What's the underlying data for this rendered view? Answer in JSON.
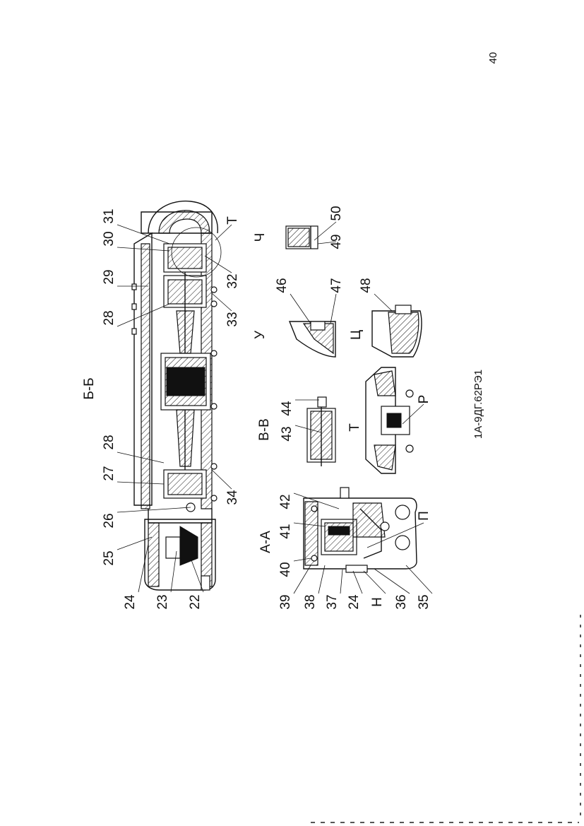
{
  "page_number": "40",
  "document_code": "1А-9ДГ.62РЭ1",
  "section_labels": {
    "bb": "Б-Б",
    "aa": "А-А",
    "vv": "В-В",
    "u": "У",
    "ts": "Ц",
    "ch": "Ч",
    "t_top": "Т",
    "t_detail": "Т",
    "p": "П",
    "r": "Р",
    "n": "Н"
  },
  "callouts": {
    "c22": "22",
    "c23": "23",
    "c24": "24",
    "c25": "25",
    "c26": "26",
    "c27": "27",
    "c28a": "28",
    "c28b": "28",
    "c29": "29",
    "c30": "30",
    "c31": "31",
    "c32": "32",
    "c33": "33",
    "c34": "34",
    "c35": "35",
    "c36": "36",
    "c37": "37",
    "c24b": "24",
    "c38": "38",
    "c39": "39",
    "c40": "40",
    "c41": "41",
    "c42": "42",
    "c43": "43",
    "c44": "44",
    "c46": "46",
    "c47": "47",
    "c48": "48",
    "c49": "49",
    "c50": "50"
  }
}
